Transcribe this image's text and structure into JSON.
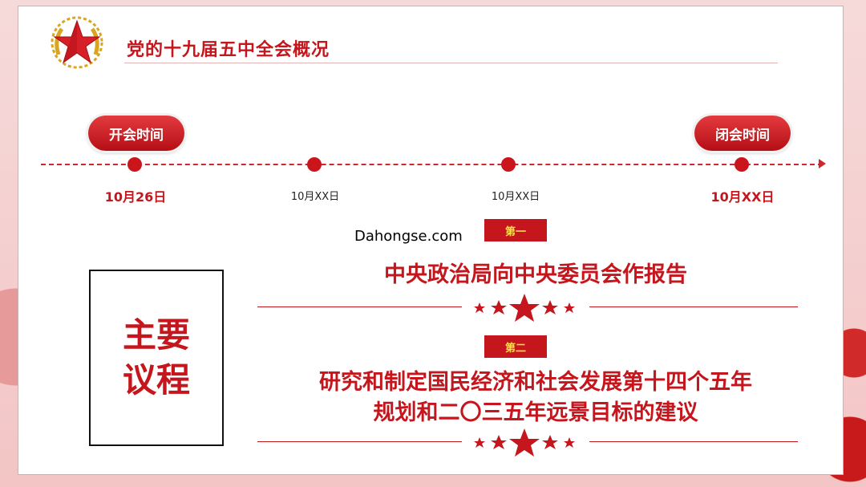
{
  "header": {
    "title": "党的十九届五中全会概况"
  },
  "timeline": {
    "start_label": "开会时间",
    "end_label": "闭会时间",
    "dates": [
      "10月26日",
      "10月XX日",
      "10月XX日",
      "10月XX日"
    ]
  },
  "agenda": {
    "heading": "主要议程",
    "items": [
      {
        "tag": "第一",
        "text_lines": [
          "中央政治局向中央委员会作报告"
        ]
      },
      {
        "tag": "第二",
        "text_lines": [
          "研究和制定国民经济和社会发展第十四个五年",
          "规划和二〇三五年远景目标的建议"
        ]
      }
    ]
  },
  "watermark": "Dahongse.com",
  "colors": {
    "primary_red": "#c4161c",
    "tag_text": "#ffe04a"
  }
}
